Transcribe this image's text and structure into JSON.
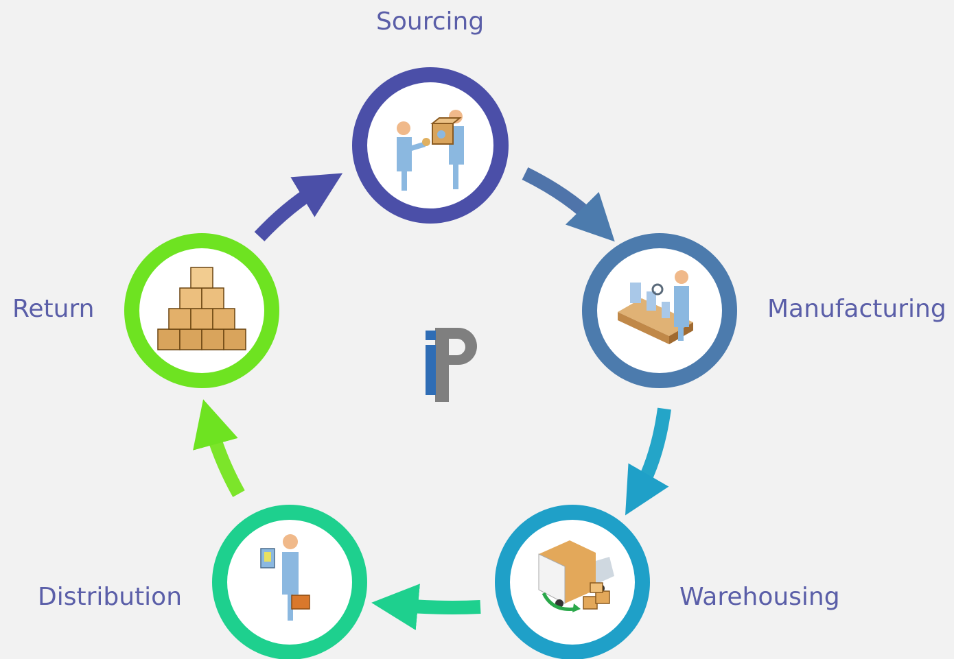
{
  "stages": [
    {
      "id": "sourcing",
      "label": "Sourcing",
      "color": "#4b4fa8",
      "icon": "handshake-delivery-icon"
    },
    {
      "id": "manufacturing",
      "label": "Manufacturing",
      "color": "#4c7bad",
      "icon": "assembly-line-icon"
    },
    {
      "id": "warehousing",
      "label": "Warehousing",
      "color": "#1fa0c8",
      "icon": "delivery-truck-icon"
    },
    {
      "id": "distribution",
      "label": "Distribution",
      "color": "#1ed08e",
      "icon": "courier-person-icon"
    },
    {
      "id": "return",
      "label": "Return",
      "color": "#6ee321",
      "icon": "stacked-boxes-icon"
    }
  ],
  "center_logo": {
    "name": "iP",
    "primary_color": "#2f6db5",
    "secondary_color": "#7a7a7a"
  },
  "colors": {
    "background": "#f2f2f2",
    "label_text": "#5a5ea8"
  }
}
